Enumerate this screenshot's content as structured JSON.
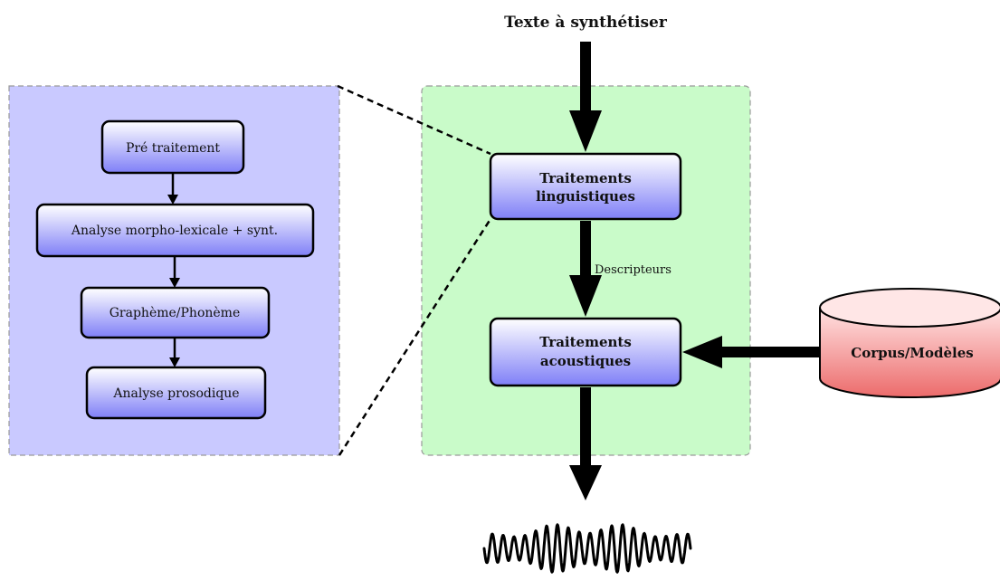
{
  "input": {
    "label": "Texte à synthétiser"
  },
  "main_pipeline": {
    "linguistic": {
      "line1": "Traitements",
      "line2": "linguistiques"
    },
    "descriptor_label": "Descripteurs",
    "acoustic": {
      "line1": "Traitements",
      "line2": "acoustiques"
    }
  },
  "database": {
    "label": "Corpus/Modèles"
  },
  "detail": {
    "steps": [
      "Pré traitement",
      "Analyse morpho-lexicale + synt.",
      "Graphème/Phonème",
      "Analyse prosodique"
    ]
  },
  "colors": {
    "detail_panel": "#c9c9ff",
    "main_panel": "#c9fbc9",
    "box_top": "#ffffff",
    "box_bottom": "#7f7ff7",
    "db_top": "#ffe0e0",
    "db_bottom": "#ee6b6b",
    "panel_border": "#9a9a9a"
  },
  "output": {
    "icon": "waveform-icon"
  }
}
